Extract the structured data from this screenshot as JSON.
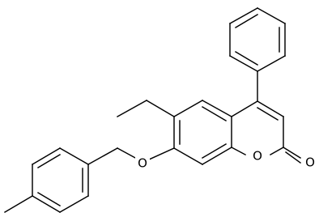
{
  "atoms": {
    "ring_oxygen": "O",
    "ether_oxygen": "O",
    "carbonyl_oxygen": "O"
  }
}
